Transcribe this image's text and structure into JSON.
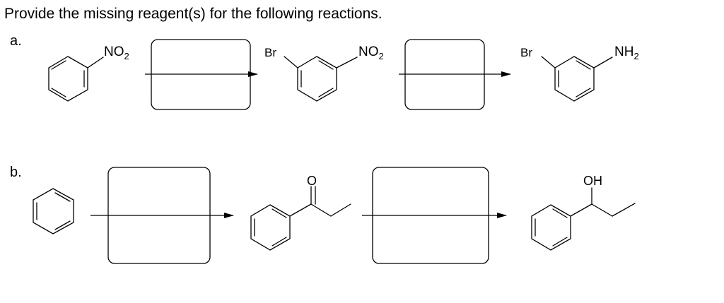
{
  "question": {
    "title": "Provide the missing reagent(s) for the following reactions."
  },
  "part_a": {
    "label": "a.",
    "start": {
      "substituent": "NO",
      "subscript": "2"
    },
    "intermediate": {
      "left_substituent": "Br",
      "right_substituent": "NO",
      "right_subscript": "2"
    },
    "product": {
      "left_substituent": "Br",
      "right_substituent": "NH",
      "right_subscript": "2"
    },
    "reagent_boxes": [
      "",
      ""
    ]
  },
  "part_b": {
    "label": "b.",
    "ketone_oxygen": "O",
    "alcohol_group": "OH",
    "reagent_boxes": [
      "",
      ""
    ]
  }
}
